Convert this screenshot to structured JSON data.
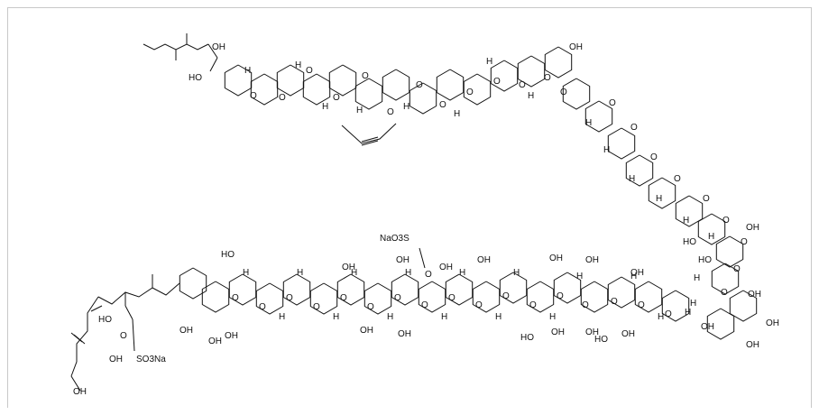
{
  "labels": {
    "oh": "OH",
    "ho": "HO",
    "h": "H",
    "o": "O",
    "nao3s": "NaO3S",
    "so3na": "SO3Na"
  }
}
